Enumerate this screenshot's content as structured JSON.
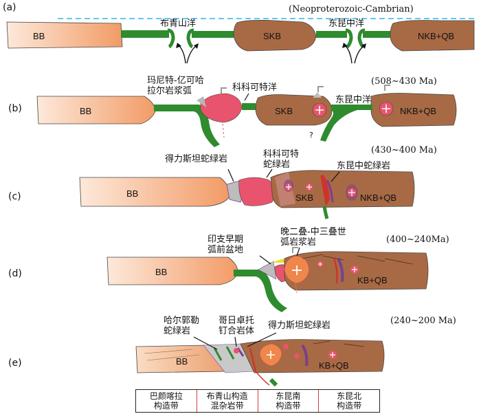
{
  "panels": {
    "a": {
      "tag": "(a)",
      "age": "(Neoproterozoic-Cambrian)",
      "blocks": [
        "BB",
        "SKB",
        "NKB+QB"
      ],
      "oceans": [
        "布青山洋",
        "东昆中洋"
      ]
    },
    "b": {
      "tag": "(b)",
      "age": "(508~430 Ma)",
      "blocks": [
        "BB",
        "SKB",
        "NKB+QB"
      ],
      "labels": [
        "玛尼特-亿可哈",
        "拉尔岩浆弧",
        "科科可特洋",
        "东昆中洋",
        "?"
      ]
    },
    "c": {
      "tag": "(c)",
      "age": "(430~400 Ma)",
      "blocks": [
        "BB",
        "SKB",
        "NKB+QB"
      ],
      "labels": [
        "得力斯坦蛇绿岩",
        "科科可特",
        "蛇绿岩",
        "东昆中蛇绿岩"
      ]
    },
    "d": {
      "tag": "(d)",
      "age": "(400~240Ma)",
      "blocks": [
        "BB",
        "KB+QB"
      ],
      "labels": [
        "印支早期",
        "弧前盆地",
        "晚二叠-中三叠世",
        "弧岩浆岩"
      ]
    },
    "e": {
      "tag": "(e)",
      "age": "(240~200 Ma)",
      "blocks": [
        "BB",
        "KB+QB"
      ],
      "labels": [
        "哈尔郭勒",
        "蛇绿岩",
        "哥日卓托",
        "钉合岩体",
        "得力斯坦蛇绿岩"
      ]
    }
  },
  "legend": [
    [
      "巴颜喀拉",
      "构造带"
    ],
    [
      "布青山构造",
      "混杂岩带"
    ],
    [
      "东昆南",
      "构造带"
    ],
    [
      "东昆北",
      "构造带"
    ]
  ],
  "colors": {
    "bb_light": "#fde7d6",
    "bb_dark": "#f0a574",
    "kb_brown": "#a86a45",
    "arc_pink": "#e8546d",
    "ocean_green": "#2e8b2e",
    "dash_blue": "#2bb6e8",
    "ophiolite_purple": "#7a3f8f",
    "fault_red": "#d42a2a",
    "orange_pluton": "#f0874a"
  }
}
